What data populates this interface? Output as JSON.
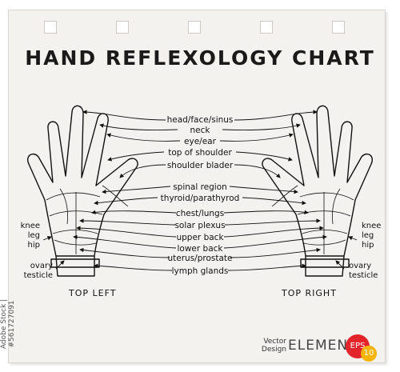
{
  "title": "HAND REFLEXOLOGY CHART",
  "center_labels": [
    "head/face/sinus",
    "neck",
    "eye/ear",
    "top of shoulder",
    "shoulder blader",
    "spinal region",
    "thyroid/parathyrod",
    "chest/lungs",
    "solar plexus",
    "upper back",
    "lower back",
    "uterus/prostate",
    "lymph glands"
  ],
  "left_labels": {
    "knee": "knee",
    "leg": "leg",
    "hip": "hip",
    "ovary": "ovary",
    "testicle": "testicle"
  },
  "right_labels": {
    "knee": "knee",
    "leg": "leg",
    "hip": "hip",
    "ovary": "ovary",
    "testicle": "testicle"
  },
  "captions": {
    "left": "TOP LEFT",
    "right": "TOP RIGHT"
  },
  "stock_id": "Adobe Stock | #561727091",
  "brand": {
    "line1": "Vector",
    "line2": "Design",
    "name": "ELEMENT",
    "eps": "EPS",
    "version": "10"
  },
  "colors": {
    "ink": "#111111",
    "paper": "#f4f2ef",
    "eps_badge": "#e3242b",
    "version_badge": "#f4b400"
  }
}
